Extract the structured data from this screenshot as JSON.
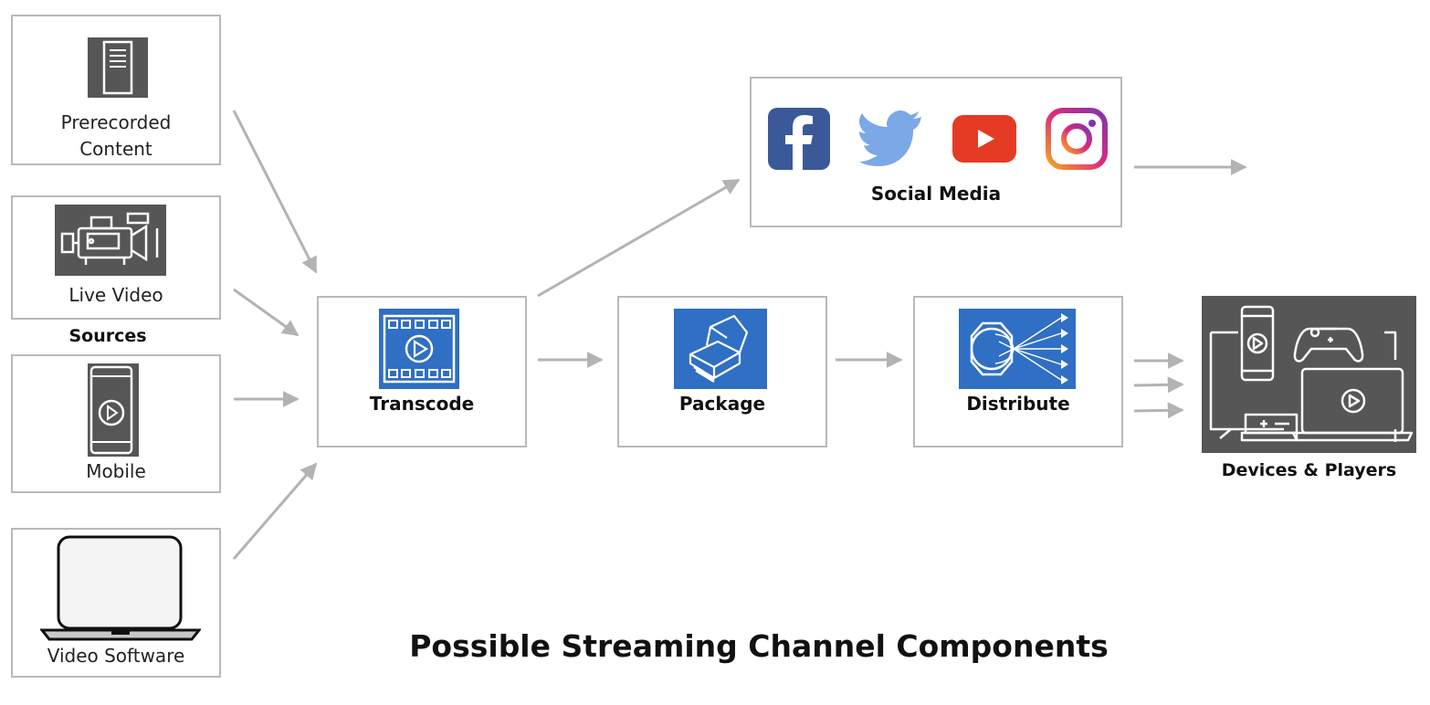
{
  "title": "Possible Streaming Channel Components",
  "sources": {
    "label": "Sources",
    "items": [
      {
        "label_line1": "Prerecorded",
        "label_line2": "Content"
      },
      {
        "label": "Live Video"
      },
      {
        "label": "Mobile"
      },
      {
        "label": "Video Software"
      }
    ]
  },
  "stages": {
    "transcode": "Transcode",
    "package": "Package",
    "distribute": "Distribute"
  },
  "social_media": {
    "label": "Social Media",
    "icons": [
      "facebook-icon",
      "twitter-icon",
      "youtube-icon",
      "instagram-icon"
    ],
    "colors": {
      "facebook": "#3b5998",
      "twitter": "#7ba8e6",
      "youtube": "#e53b24",
      "instagram": "#c13584"
    }
  },
  "devices": {
    "label": "Devices & Players"
  },
  "colors": {
    "accent_blue": "#2f6fc4",
    "dark_gray": "#565656",
    "arrow": "#b3b3b3",
    "border": "#b9b9b9"
  }
}
